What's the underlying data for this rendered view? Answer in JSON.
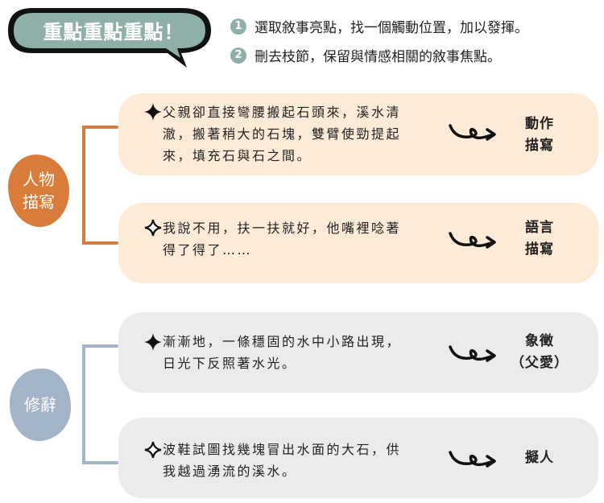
{
  "header": {
    "title": "重點重點重點！",
    "steps": [
      {
        "num": "1",
        "text": "選取敘事亮點，找一個觸動位置，加以發揮。"
      },
      {
        "num": "2",
        "text": "刪去枝節，保留與情感相關的敘事焦點。"
      }
    ]
  },
  "categories": [
    {
      "label_line1": "人物",
      "label_line2": "描寫",
      "color": "#d97b3a"
    },
    {
      "label_line1": "修辭",
      "label_line2": "",
      "color": "#a3b3c8"
    }
  ],
  "items": [
    {
      "lines": [
        "父親卻直接彎腰搬起石頭來，溪水清",
        "澈，搬著稍大的石塊，雙臂使勁提起",
        "來，填充石與石之間。"
      ],
      "tag_line1": "動作",
      "tag_line2": "描寫"
    },
    {
      "lines": [
        "我說不用，扶一扶就好，他嘴裡唸著",
        "得了得了……"
      ],
      "tag_line1": "語言",
      "tag_line2": "描寫"
    },
    {
      "lines": [
        "漸漸地，一條穩固的水中小路出現，",
        "日光下反照著水光。"
      ],
      "tag_line1": "象徵",
      "tag_line2": "（父愛）"
    },
    {
      "lines": [
        "波鞋試圖找幾塊冒出水面的大石，供",
        "我越過湧流的溪水。"
      ],
      "tag_line1": "擬人",
      "tag_line2": ""
    }
  ],
  "colors": {
    "teal": "#8fb0a9",
    "peach": "#fdebd7",
    "grey": "#ebebeb",
    "orange": "#d97b3a",
    "blue": "#a3b3c8"
  }
}
